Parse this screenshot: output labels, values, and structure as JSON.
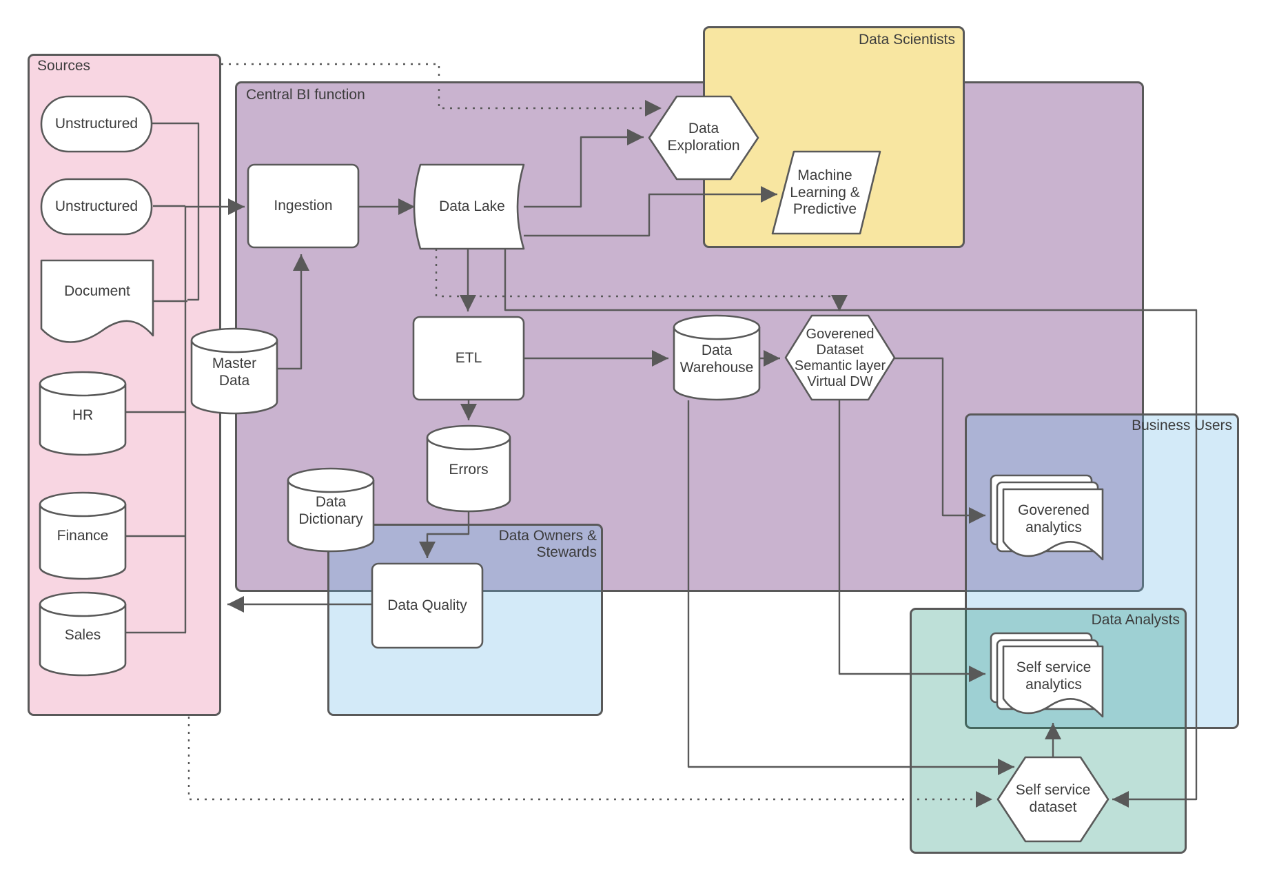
{
  "regions": {
    "sources": {
      "label": "Sources",
      "color": "#f8d6e2"
    },
    "central_bi": {
      "label": "Central BI function",
      "color": "#c9b3cf"
    },
    "data_scientists": {
      "label": "Data Scientists",
      "color": "#f8e6a1"
    },
    "data_owners": {
      "label": "Data Owners & Stewards",
      "color": "#aebdd7"
    },
    "business_users": {
      "label": "Business Users",
      "color": "#d5eaf7"
    },
    "data_analysts": {
      "label": "Data Analysts",
      "color": "#c4e2d9"
    }
  },
  "nodes": {
    "unstructured_1": {
      "label": "Unstructured",
      "shape": "pill"
    },
    "unstructured_2": {
      "label": "Unstructured",
      "shape": "pill"
    },
    "document": {
      "label": "Document",
      "shape": "document"
    },
    "hr": {
      "label": "HR",
      "shape": "cylinder"
    },
    "finance": {
      "label": "Finance",
      "shape": "cylinder"
    },
    "sales": {
      "label": "Sales",
      "shape": "cylinder"
    },
    "master_data": {
      "label": "Master Data",
      "shape": "cylinder"
    },
    "ingestion": {
      "label": "Ingestion",
      "shape": "rectangle"
    },
    "data_lake": {
      "label": "Data Lake",
      "shape": "stored-data"
    },
    "etl": {
      "label": "ETL",
      "shape": "rectangle"
    },
    "errors": {
      "label": "Errors",
      "shape": "cylinder"
    },
    "data_dictionary": {
      "label": "Data Dictionary",
      "shape": "cylinder"
    },
    "data_quality": {
      "label": "Data Quality",
      "shape": "rectangle"
    },
    "data_warehouse": {
      "label": "Data Warehouse",
      "shape": "cylinder"
    },
    "governed_dataset": {
      "label": "Goverened Dataset Semantic layer Virtual DW",
      "shape": "hexagon"
    },
    "data_exploration": {
      "label": "Data Exploration",
      "shape": "hexagon"
    },
    "ml_predictive": {
      "label": "Machine Learning & Predictive",
      "shape": "parallelogram"
    },
    "governed_analytics": {
      "label": "Goverened analytics",
      "shape": "multi-document"
    },
    "self_service_analytics": {
      "label": "Self service analytics",
      "shape": "multi-document"
    },
    "self_service_dataset": {
      "label": "Self service dataset",
      "shape": "hexagon"
    }
  },
  "line_color": "#595959"
}
